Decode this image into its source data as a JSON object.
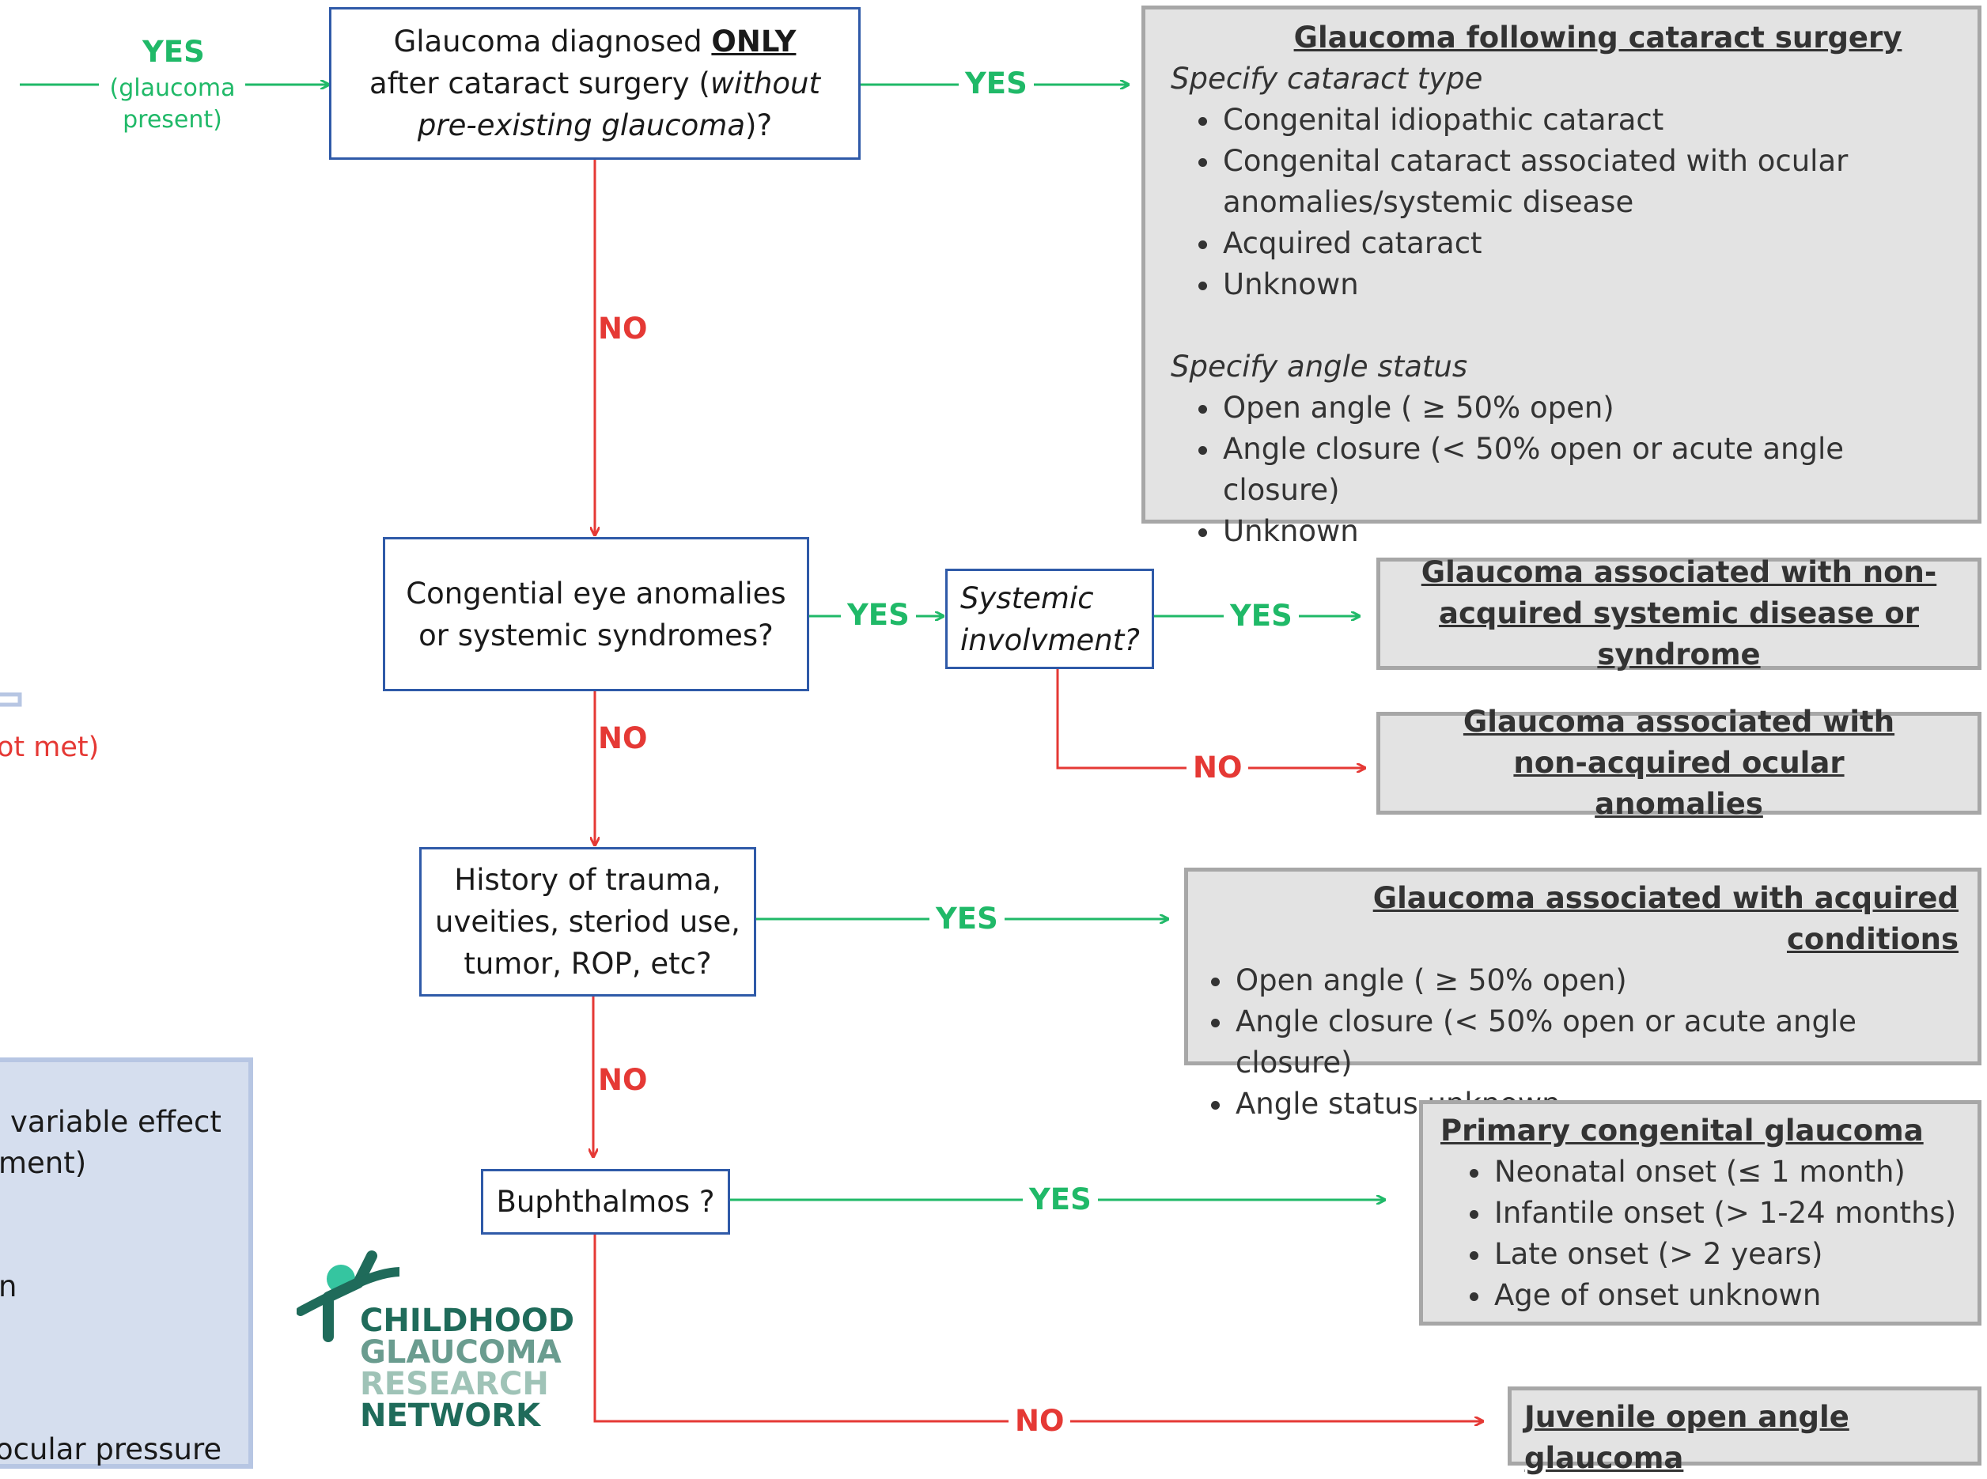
{
  "colors": {
    "yes": "#20b968",
    "no": "#e53935",
    "box_border": "#2f5aa8",
    "result_bg": "#e3e3e3",
    "result_border": "#a7a7a7",
    "panel_bg": "#d5deee",
    "logo_dark": "#1f6b5a",
    "logo_light": "#9fc3b7",
    "logo_dot": "#35c5a0"
  },
  "entry": {
    "yes": "YES",
    "sub": "(glaucoma\npresent)"
  },
  "questions": {
    "q1": {
      "l1a": "Glaucoma diagnosed ",
      "l1b": "ONLY",
      "l2a": "after cataract surgery (",
      "l2b": "without",
      "l3a": "pre-existing glaucoma",
      "l3b": ")?"
    },
    "q2": "Congential  eye anomalies\nor systemic syndromes?",
    "q2b": "Systemic\ninvolvment?",
    "q3": "History of trauma,\nuveities, steriod use,\ntumor, ROP, etc?",
    "q4": "Buphthalmos ?"
  },
  "labels": {
    "yes": "YES",
    "no": "NO"
  },
  "results": {
    "cataract": {
      "title": "Glaucoma following cataract surgery",
      "spec1": "Specify cataract type",
      "items1": [
        "Congenital idiopathic cataract",
        "Congenital cataract associated with ocular anomalies/systemic disease",
        "Acquired cataract",
        "Unknown"
      ],
      "spec2": "Specify angle status",
      "items2": [
        "Open angle ( ≥ 50% open)",
        "Angle closure (< 50% open or acute angle closure)",
        "Unknown"
      ]
    },
    "systemic": {
      "title": "Glaucoma associated with non-acquired systemic disease or syndrome"
    },
    "ocular": {
      "title": "Glaucoma associated with non-acquired ocular anomalies"
    },
    "acquired": {
      "title": "Glaucoma associated with acquired conditions",
      "items": [
        "Open angle ( ≥ 50% open)",
        "Angle closure (< 50% open or acute angle closure)",
        "Angle status unknown"
      ]
    },
    "pcg": {
      "title": "Primary congenital glaucoma",
      "items": [
        "Neonatal onset (≤ 1 month)",
        "Infantile onset (> 1-24 months)",
        "Late onset (> 2 years)",
        "Age of onset unknown"
      ]
    },
    "joag": {
      "title": "Juvenile open angle glaucoma"
    }
  },
  "left_fragments": {
    "red": "ot met)",
    "panel_l1": "variable effect",
    "panel_l2": "ment)",
    "panel_l3": "n",
    "panel_l4": "ocular pressure"
  },
  "logo": {
    "l1": "CHILDHOOD",
    "l2": "GLAUCOMA",
    "l3": "RESEARCH",
    "l4": "NETWORK"
  }
}
